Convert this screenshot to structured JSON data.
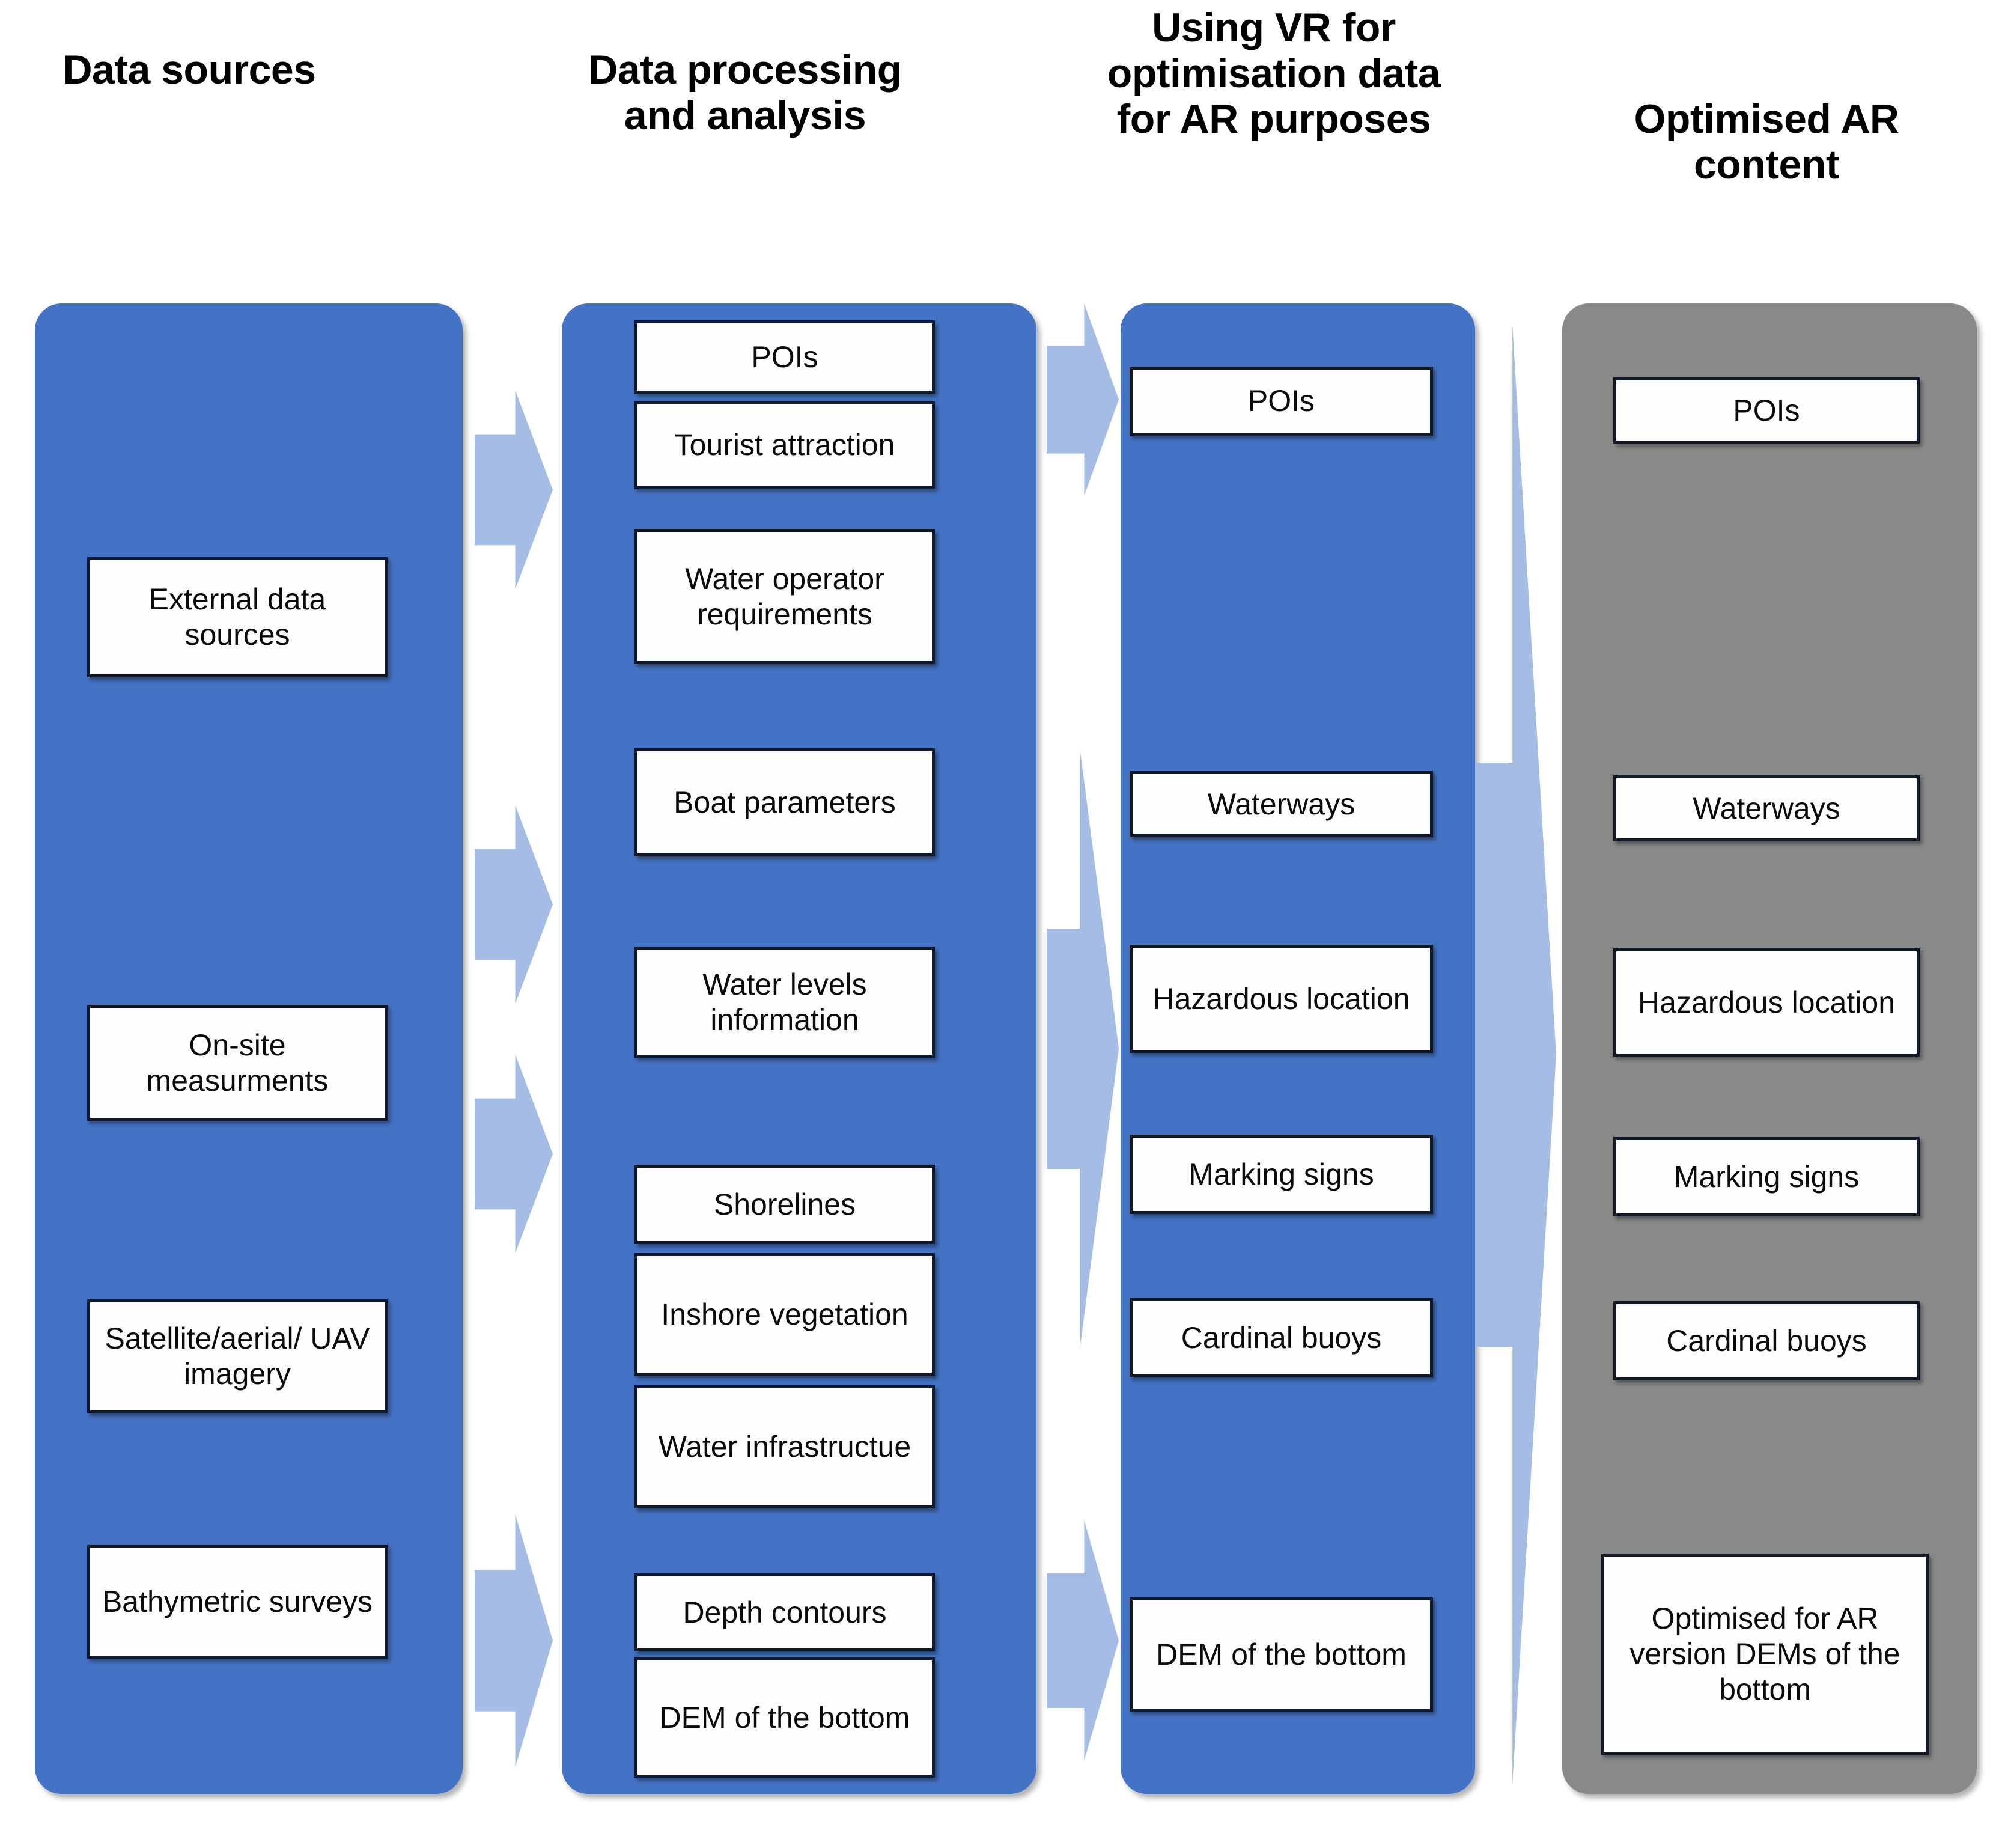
{
  "diagram": {
    "title_row": [
      {
        "id": "data-sources",
        "label": "Data sources"
      },
      {
        "id": "data-processing",
        "label": "Data processing and analysis"
      },
      {
        "id": "using-vr",
        "label": "Using VR for optimisation data for AR purposes"
      },
      {
        "id": "optimised-ar",
        "label": "Optimised AR content"
      }
    ],
    "colors": {
      "column_blue": "#4472C4",
      "column_gray": "#898989",
      "arrow_blue": "#A5BCE4",
      "box_fill": "#FDFDFD",
      "box_border": "#111827",
      "text": "#000000"
    },
    "columns": [
      {
        "id": "data-sources",
        "heading": "Data sources",
        "style": "blue",
        "items": [
          {
            "label": "External data sources"
          },
          {
            "label": "On-site measurments"
          },
          {
            "label": "Satellite/aerial/ UAV imagery"
          },
          {
            "label": "Bathymetric surveys"
          }
        ]
      },
      {
        "id": "data-processing",
        "heading": "Data processing and analysis",
        "style": "blue",
        "items": [
          {
            "label": "POIs"
          },
          {
            "label": "Tourist attraction"
          },
          {
            "label": "Water operator requirements"
          },
          {
            "label": "Boat parameters"
          },
          {
            "label": "Water levels information"
          },
          {
            "label": "Shorelines"
          },
          {
            "label": "Inshore vegetation"
          },
          {
            "label": "Water infrastructue"
          },
          {
            "label": "Depth contours"
          },
          {
            "label": "DEM of the bottom"
          }
        ]
      },
      {
        "id": "using-vr",
        "heading": "Using VR for optimisation data for AR purposes",
        "style": "blue",
        "items": [
          {
            "label": "POIs"
          },
          {
            "label": "Waterways"
          },
          {
            "label": "Hazardous location"
          },
          {
            "label": "Marking signs"
          },
          {
            "label": "Cardinal buoys"
          },
          {
            "label": "DEM of the bottom"
          }
        ]
      },
      {
        "id": "optimised-ar",
        "heading": "Optimised AR content",
        "style": "gray",
        "items": [
          {
            "label": "POIs"
          },
          {
            "label": "Waterways"
          },
          {
            "label": "Hazardous location"
          },
          {
            "label": "Marking signs"
          },
          {
            "label": "Cardinal buoys"
          },
          {
            "label": "Optimised for AR version DEMs of the bottom"
          }
        ]
      }
    ],
    "connectors": [
      {
        "id": "arrow-sources-to-processing-1",
        "from": "data-sources",
        "to": "data-processing"
      },
      {
        "id": "arrow-sources-to-processing-2",
        "from": "data-sources",
        "to": "data-processing"
      },
      {
        "id": "arrow-sources-to-processing-3",
        "from": "data-sources",
        "to": "data-processing"
      },
      {
        "id": "arrow-sources-to-processing-4",
        "from": "data-sources",
        "to": "data-processing"
      },
      {
        "id": "arrow-processing-to-vr-1",
        "from": "data-processing",
        "to": "using-vr"
      },
      {
        "id": "arrow-processing-to-vr-2",
        "from": "data-processing",
        "to": "using-vr"
      },
      {
        "id": "arrow-processing-to-vr-3",
        "from": "data-processing",
        "to": "using-vr"
      },
      {
        "id": "arrow-vr-to-optimised-1",
        "from": "using-vr",
        "to": "optimised-ar"
      }
    ]
  }
}
